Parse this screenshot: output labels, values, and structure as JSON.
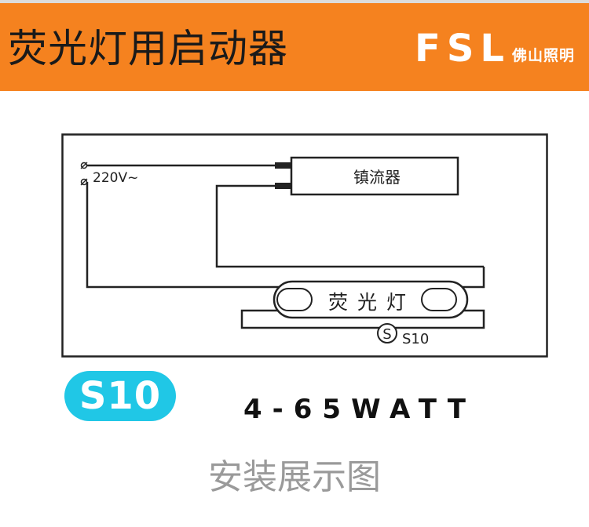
{
  "header": {
    "title": "荧光灯用启动器",
    "brand_logo": "FSL",
    "brand_cn": "佛山照明",
    "background_color": "#f5821f"
  },
  "diagram": {
    "voltage_label": "220V~",
    "ballast_label": "镇流器",
    "lamp_label": "荧光灯",
    "starter_label": "S10",
    "starter_symbol": "S"
  },
  "product": {
    "model_badge": "S10",
    "badge_color": "#20c7e6",
    "wattage": "4-65WATT"
  },
  "caption": "安装展示图"
}
